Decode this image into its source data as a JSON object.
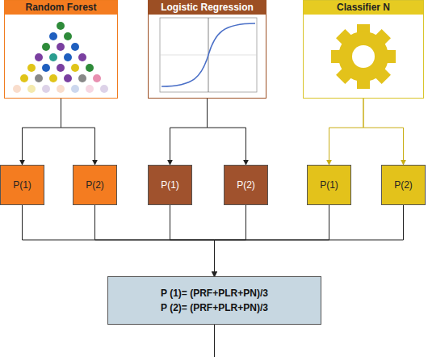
{
  "diagram": {
    "nodes": [
      {
        "text": [
          "Random Forest"
        ]
      },
      {
        "text": [
          "Logistic Regression"
        ]
      },
      {
        "text": [
          "Classifier N"
        ]
      },
      {
        "text": [
          "P(1)"
        ]
      },
      {
        "text": [
          "P(2)"
        ]
      },
      {
        "text": [
          "P(1)"
        ]
      },
      {
        "text": [
          "P(2)"
        ]
      },
      {
        "text": [
          "P(1)"
        ]
      },
      {
        "text": [
          "P(2)"
        ]
      },
      {
        "text": [
          "P (1)= (PRF+PLR+PN)/3",
          "P (2)= (PRF+PLR+PN)/3"
        ]
      }
    ],
    "edges": [
      {
        "from": 0,
        "to": 3,
        "arrow": "to"
      },
      {
        "from": 0,
        "to": 4,
        "arrow": "to"
      },
      {
        "from": 1,
        "to": 5,
        "arrow": "to"
      },
      {
        "from": 1,
        "to": 6,
        "arrow": "to"
      },
      {
        "from": 2,
        "to": 7,
        "arrow": "to"
      },
      {
        "from": 2,
        "to": 8,
        "arrow": "to"
      },
      {
        "from": 3,
        "to": 9,
        "arrow": "to"
      },
      {
        "from": 4,
        "to": 9,
        "arrow": "to"
      },
      {
        "from": 5,
        "to": 9,
        "arrow": "to"
      },
      {
        "from": 6,
        "to": 9,
        "arrow": "to"
      },
      {
        "from": 7,
        "to": 9,
        "arrow": "to"
      },
      {
        "from": 8,
        "to": 9,
        "arrow": "to"
      }
    ]
  }
}
